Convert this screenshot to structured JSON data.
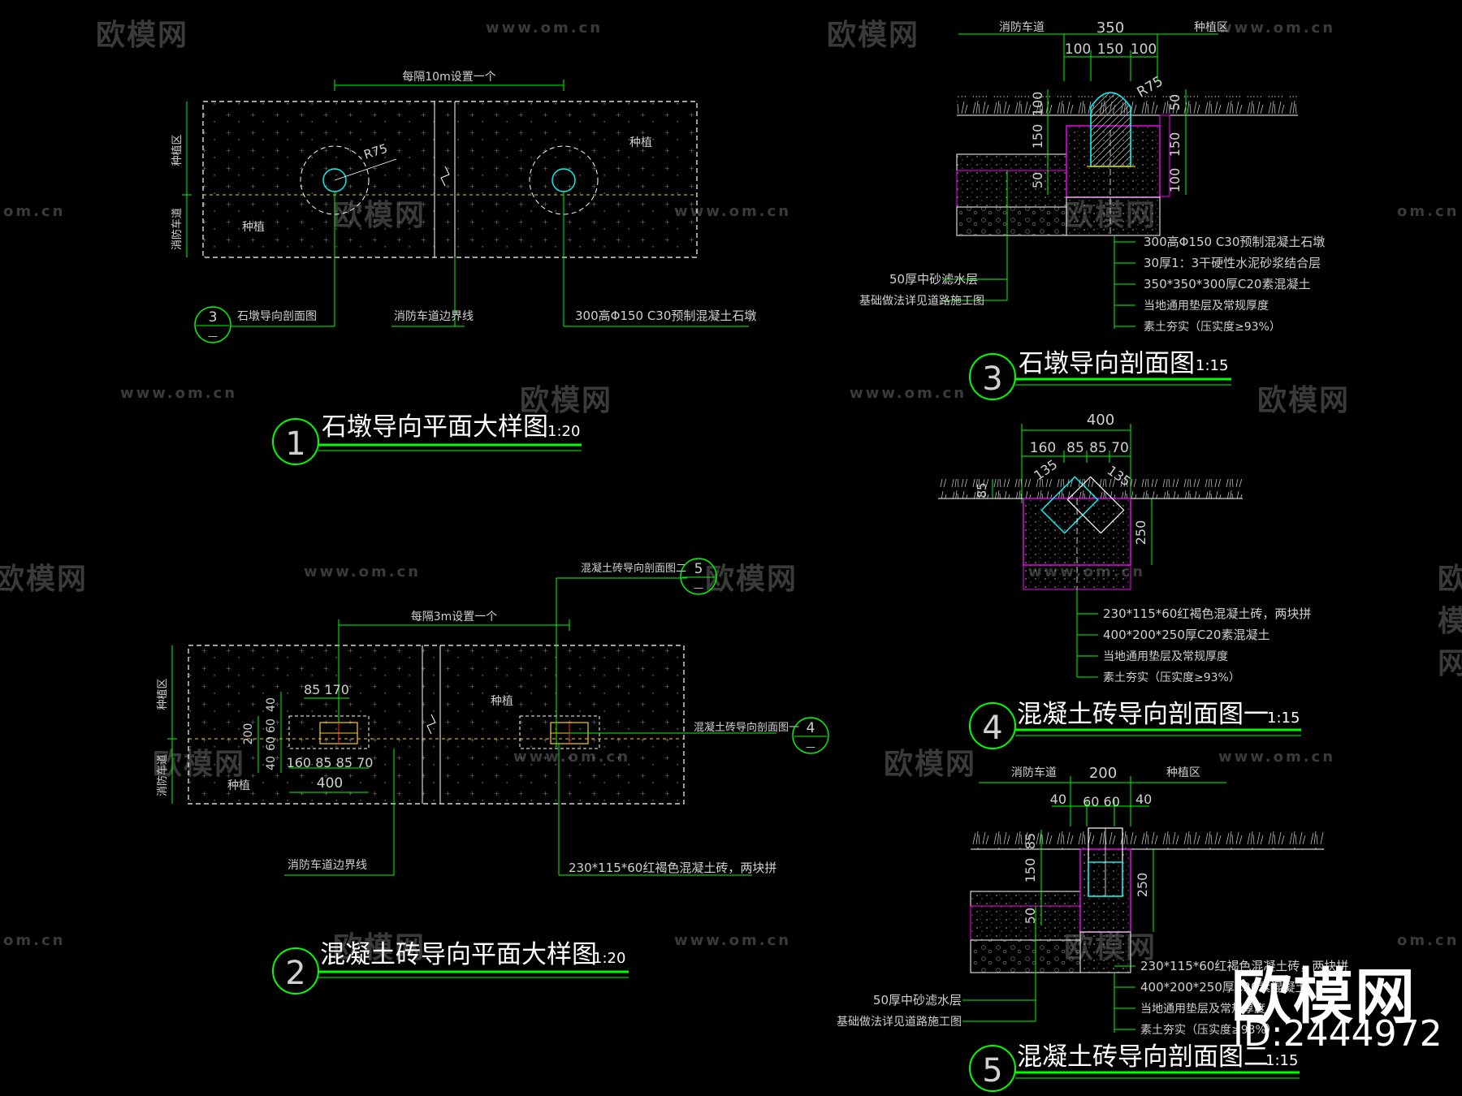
{
  "watermark": {
    "brand": "欧模网",
    "url": "www.om.cn",
    "url_short": "om.cn",
    "brand_cut": "欧模网"
  },
  "corner": {
    "brand": "欧模网",
    "id": "ID:2444972"
  },
  "colors": {
    "line": "#ffffff",
    "dim": "#00ff00",
    "cyan": "#00ffff",
    "magenta": "#ff00ff",
    "red": "#ff3030",
    "gold": "#ffd000",
    "label": "#d0d0d0"
  },
  "plan1": {
    "title": "石墩导向平面大样图",
    "scale": "1:20",
    "number": "1",
    "spacing_note": "每隔10m设置一个",
    "zone_left_top": "种植区",
    "zone_left_bottom": "消防车道",
    "planting_a": "种植",
    "planting_b": "种植",
    "radius": "R75",
    "ref_num": "3",
    "ref_sub": "—",
    "ref_label": "石墩导向剖面图",
    "boundary_label": "消防车道边界线",
    "bollard_label": "300高Φ150  C30预制混凝土石墩"
  },
  "section3": {
    "title": "石墩导向剖面图",
    "scale": "1:15",
    "number": "3",
    "left_zone": "消防车道",
    "right_zone": "种植区",
    "dim_total": "350",
    "dim_a": "100",
    "dim_b": "150",
    "dim_c": "100",
    "radius": "R75",
    "left_dims": [
      "100",
      "150",
      "50"
    ],
    "right_dims": [
      "50",
      "150",
      "100"
    ],
    "left_notes": [
      "50厚中砂滤水层",
      "基础做法详见道路施工图"
    ],
    "right_notes": [
      "300高Φ150  C30预制混凝土石墩",
      "30厚1：3干硬性水泥砂浆结合层",
      "350*350*300厚C20素混凝土",
      "当地通用垫层及常规厚度",
      "素土夯实（压实度≥93%）"
    ]
  },
  "section4": {
    "title": "混凝土砖导向剖面图一",
    "scale": "1:15",
    "number": "4",
    "dim_total": "400",
    "dims": [
      "160",
      "85",
      "85",
      "70"
    ],
    "angle_a": "135",
    "angle_b": "135",
    "left_dim": "85",
    "right_dim": "250",
    "notes": [
      "230*115*60红褐色混凝土砖，两块拼",
      "400*200*250厚C20素混凝土",
      "当地通用垫层及常规厚度",
      "素土夯实（压实度≥93%）"
    ]
  },
  "plan2": {
    "title": "混凝土砖导向平面大样图",
    "scale": "1:20",
    "number": "2",
    "spacing_note": "每隔3m设置一个",
    "zone_left_top": "种植区",
    "zone_left_bottom": "消防车道",
    "planting_a": "种植",
    "planting_b": "种植",
    "dims_top": "85  170",
    "dims_bottom": "160  85 85 70",
    "dim_total": "400",
    "side_dims": [
      "40",
      "60",
      "60",
      "40"
    ],
    "side_total": "200",
    "sec5_label": "混凝土砖导向剖面图二",
    "sec5_num": "5",
    "sec5_sub": "—",
    "sec4_label": "混凝土砖导向剖面图一",
    "sec4_num": "4",
    "sec4_sub": "—",
    "boundary_label": "消防车道边界线",
    "brick_label": "230*115*60红褐色混凝土砖，两块拼"
  },
  "section5": {
    "title": "混凝土砖导向剖面图二",
    "scale": "1:15",
    "number": "5",
    "left_zone": "消防车道",
    "right_zone": "种植区",
    "dim_total": "200",
    "dim_a": "40",
    "dim_b": "60 60",
    "dim_c": "40",
    "left_dims": [
      "85",
      "150",
      "50"
    ],
    "right_dim": "250",
    "left_notes": [
      "50厚中砂滤水层",
      "基础做法详见道路施工图"
    ],
    "right_notes": [
      "230*115*60红褐色混凝土砖，两块拼",
      "400*200*250厚C20素混凝土",
      "当地通用垫层及常规厚度",
      "素土夯实（压实度≥93%）"
    ]
  }
}
